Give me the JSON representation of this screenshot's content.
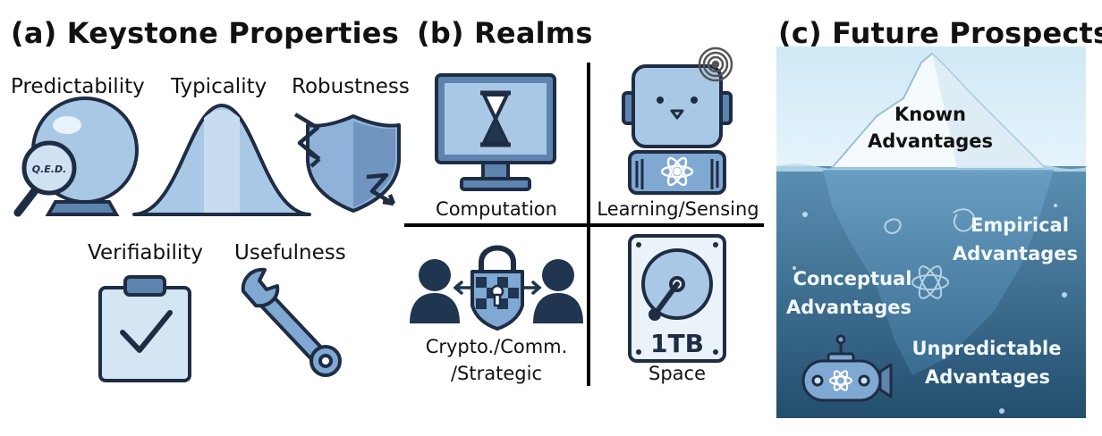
{
  "panel_a": {
    "title": "(a) Keystone Properties",
    "predictability": "Predictability",
    "typicality": "Typicality",
    "robustness": "Robustness",
    "verifiability": "Verifiability",
    "usefulness": "Usefulness",
    "qed": "Q.E.D."
  },
  "panel_b": {
    "title": "(b) Realms",
    "computation": "Computation",
    "learning": "Learning/Sensing",
    "crypto_line1": "Crypto./Comm.",
    "crypto_line2": "/Strategic",
    "space": "Space",
    "disk": "1TB"
  },
  "panel_c": {
    "title": "(c) Future Prospects",
    "known_1": "Known",
    "known_2": "Advantages",
    "empirical_1": "Empirical",
    "empirical_2": "Advantages",
    "conceptual_1": "Conceptual",
    "conceptual_2": "Advantages",
    "unpredictable_1": "Unpredictable",
    "unpredictable_2": "Advantages"
  },
  "colors": {
    "outline": "#1f2d44",
    "light_blue": "#a9c8e6",
    "mid_blue": "#7fa8d2",
    "dark_navy": "#1f3550",
    "sea_deep": "#2f5f80",
    "sky": "#d9eef8"
  }
}
